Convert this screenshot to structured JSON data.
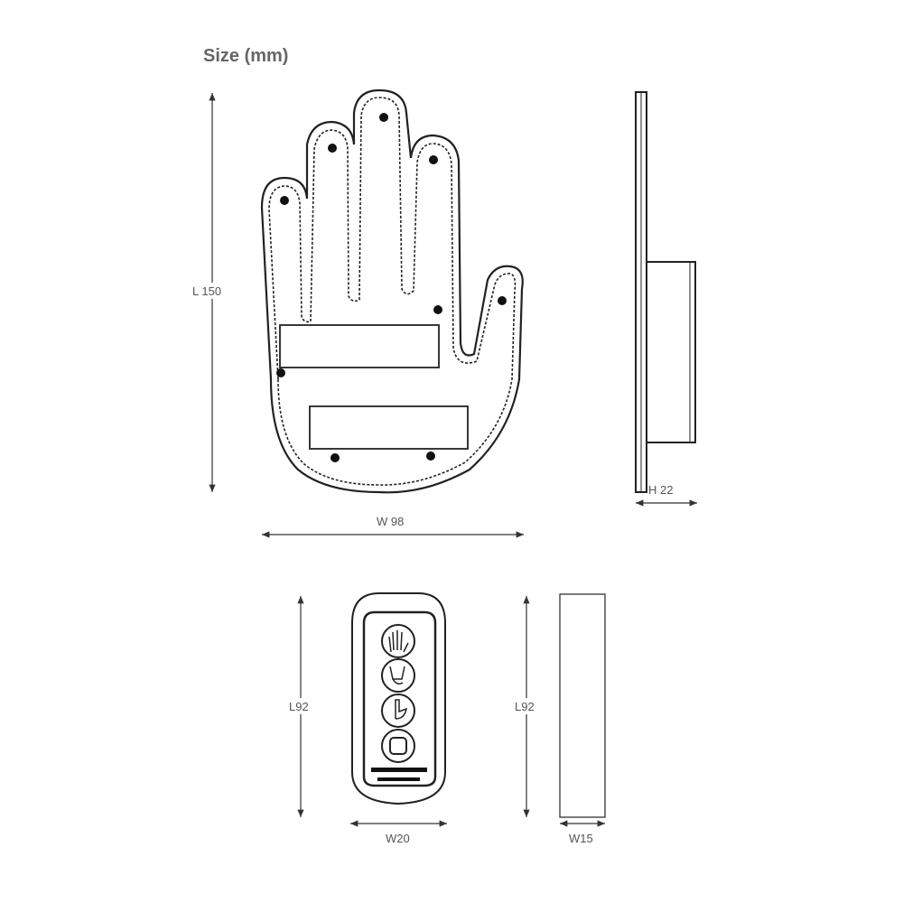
{
  "title": "Size (mm)",
  "hand_view": {
    "length_label": "L 150",
    "width_label": "W 98"
  },
  "side_view": {
    "height_label": "H 22"
  },
  "remote_front": {
    "length_label": "L92",
    "width_label": "W20",
    "buttons": [
      "open-hand-icon",
      "rock-hand-icon",
      "middle-finger-icon",
      "square-button-icon"
    ]
  },
  "remote_side": {
    "length_label": "L92",
    "width_label": "W15"
  },
  "colors": {
    "line": "#222222",
    "label": "#555555"
  }
}
